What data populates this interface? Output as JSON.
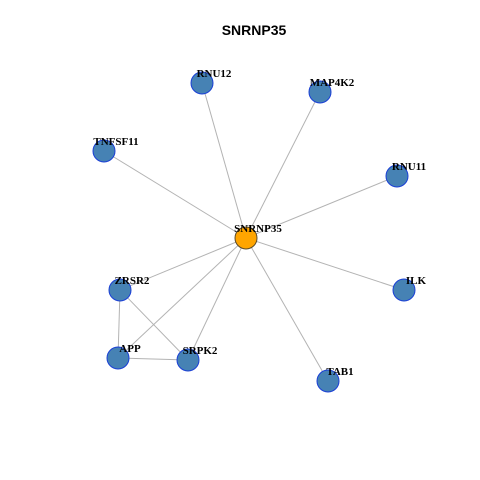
{
  "title": "SNRNP35",
  "colors": {
    "hub_fill": "#FFA500",
    "hub_stroke": "#5a4a2a",
    "node_fill": "#4682B4",
    "node_stroke": "#1a3fd6",
    "edge": "#b3b3b3",
    "background": "#ffffff"
  },
  "nodes": [
    {
      "id": "SNRNP35",
      "label": "SNRNP35",
      "hub": true
    },
    {
      "id": "RNU12",
      "label": "RNU12",
      "hub": false
    },
    {
      "id": "MAP4K2",
      "label": "MAP4K2",
      "hub": false
    },
    {
      "id": "TNFSF11",
      "label": "TNFSF11",
      "hub": false
    },
    {
      "id": "RNU11",
      "label": "RNU11",
      "hub": false
    },
    {
      "id": "ZRSR2",
      "label": "ZRSR2",
      "hub": false
    },
    {
      "id": "ILK",
      "label": "ILK",
      "hub": false
    },
    {
      "id": "APP",
      "label": "APP",
      "hub": false
    },
    {
      "id": "SRPK2",
      "label": "SRPK2",
      "hub": false
    },
    {
      "id": "TAB1",
      "label": "TAB1",
      "hub": false
    }
  ],
  "edges": [
    [
      "SNRNP35",
      "RNU12"
    ],
    [
      "SNRNP35",
      "MAP4K2"
    ],
    [
      "SNRNP35",
      "TNFSF11"
    ],
    [
      "SNRNP35",
      "RNU11"
    ],
    [
      "SNRNP35",
      "ZRSR2"
    ],
    [
      "SNRNP35",
      "ILK"
    ],
    [
      "SNRNP35",
      "APP"
    ],
    [
      "SNRNP35",
      "SRPK2"
    ],
    [
      "SNRNP35",
      "TAB1"
    ],
    [
      "ZRSR2",
      "APP"
    ],
    [
      "ZRSR2",
      "SRPK2"
    ],
    [
      "APP",
      "SRPK2"
    ]
  ]
}
